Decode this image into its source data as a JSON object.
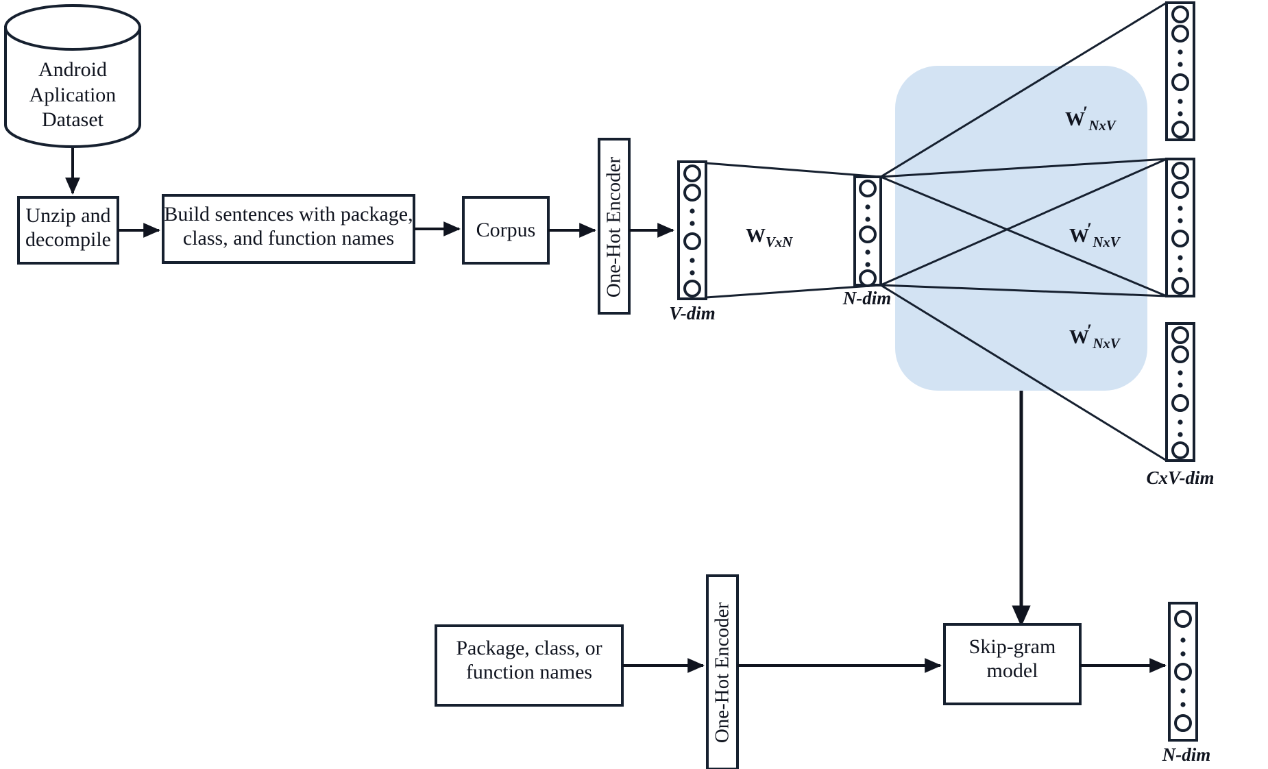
{
  "diagram": {
    "title": "Android application word embedding pipeline with skip-gram model",
    "colors": {
      "stroke": "#16202f",
      "fill": "#ffffff",
      "highlight": "#d3e3f3",
      "background": "#ffffff",
      "text": "#10141f"
    }
  },
  "pipeline": {
    "dataset": {
      "label": "Android\nAplication\nDataset",
      "shape": "cylinder"
    },
    "steps": [
      {
        "id": "unzip",
        "label": "Unzip and\ndecompile"
      },
      {
        "id": "build-sentences",
        "label": "Build sentences  with package,\nclass, and function names"
      },
      {
        "id": "corpus",
        "label": "Corpus"
      }
    ],
    "encoder_top": {
      "label": "One-Hot Encoder",
      "orientation": "vertical"
    }
  },
  "network": {
    "input_layer": {
      "dim_label": "V-dim",
      "nodes": [
        "circle",
        "circle",
        "dot",
        "dot",
        "circle",
        "dot",
        "dot",
        "circle"
      ]
    },
    "hidden_layer": {
      "dim_label": "N-dim",
      "nodes": [
        "circle",
        "dot",
        "dot",
        "circle",
        "dot",
        "dot",
        "circle"
      ]
    },
    "output_layers": [
      {
        "id": "out-1",
        "nodes": [
          "circle",
          "circle",
          "dot",
          "dot",
          "circle",
          "dot",
          "dot",
          "circle"
        ]
      },
      {
        "id": "out-2",
        "nodes": [
          "circle",
          "circle",
          "dot",
          "dot",
          "circle",
          "dot",
          "dot",
          "circle"
        ]
      },
      {
        "id": "out-3",
        "nodes": [
          "circle",
          "circle",
          "dot",
          "dot",
          "circle",
          "dot",
          "dot",
          "circle"
        ]
      }
    ],
    "output_dim_label": "CxV-dim",
    "weights": {
      "input_to_hidden": {
        "symbol": "W",
        "subscript": "VxN",
        "prime": false
      },
      "hidden_to_output_1": {
        "symbol": "W",
        "subscript": "NxV",
        "prime": true
      },
      "hidden_to_output_2": {
        "symbol": "W",
        "subscript": "NxV",
        "prime": true
      },
      "hidden_to_output_3": {
        "symbol": "W",
        "subscript": "NxV",
        "prime": true
      }
    }
  },
  "inference": {
    "input_box": {
      "label": "Package, class, or\nfunction names"
    },
    "encoder_bottom": {
      "label": "One-Hot Encoder",
      "orientation": "vertical"
    },
    "model_box": {
      "label": "Skip-gram\nmodel"
    },
    "output_layer": {
      "dim_label": "N-dim",
      "nodes": [
        "circle",
        "dot",
        "dot",
        "circle",
        "dot",
        "dot",
        "circle"
      ]
    }
  }
}
